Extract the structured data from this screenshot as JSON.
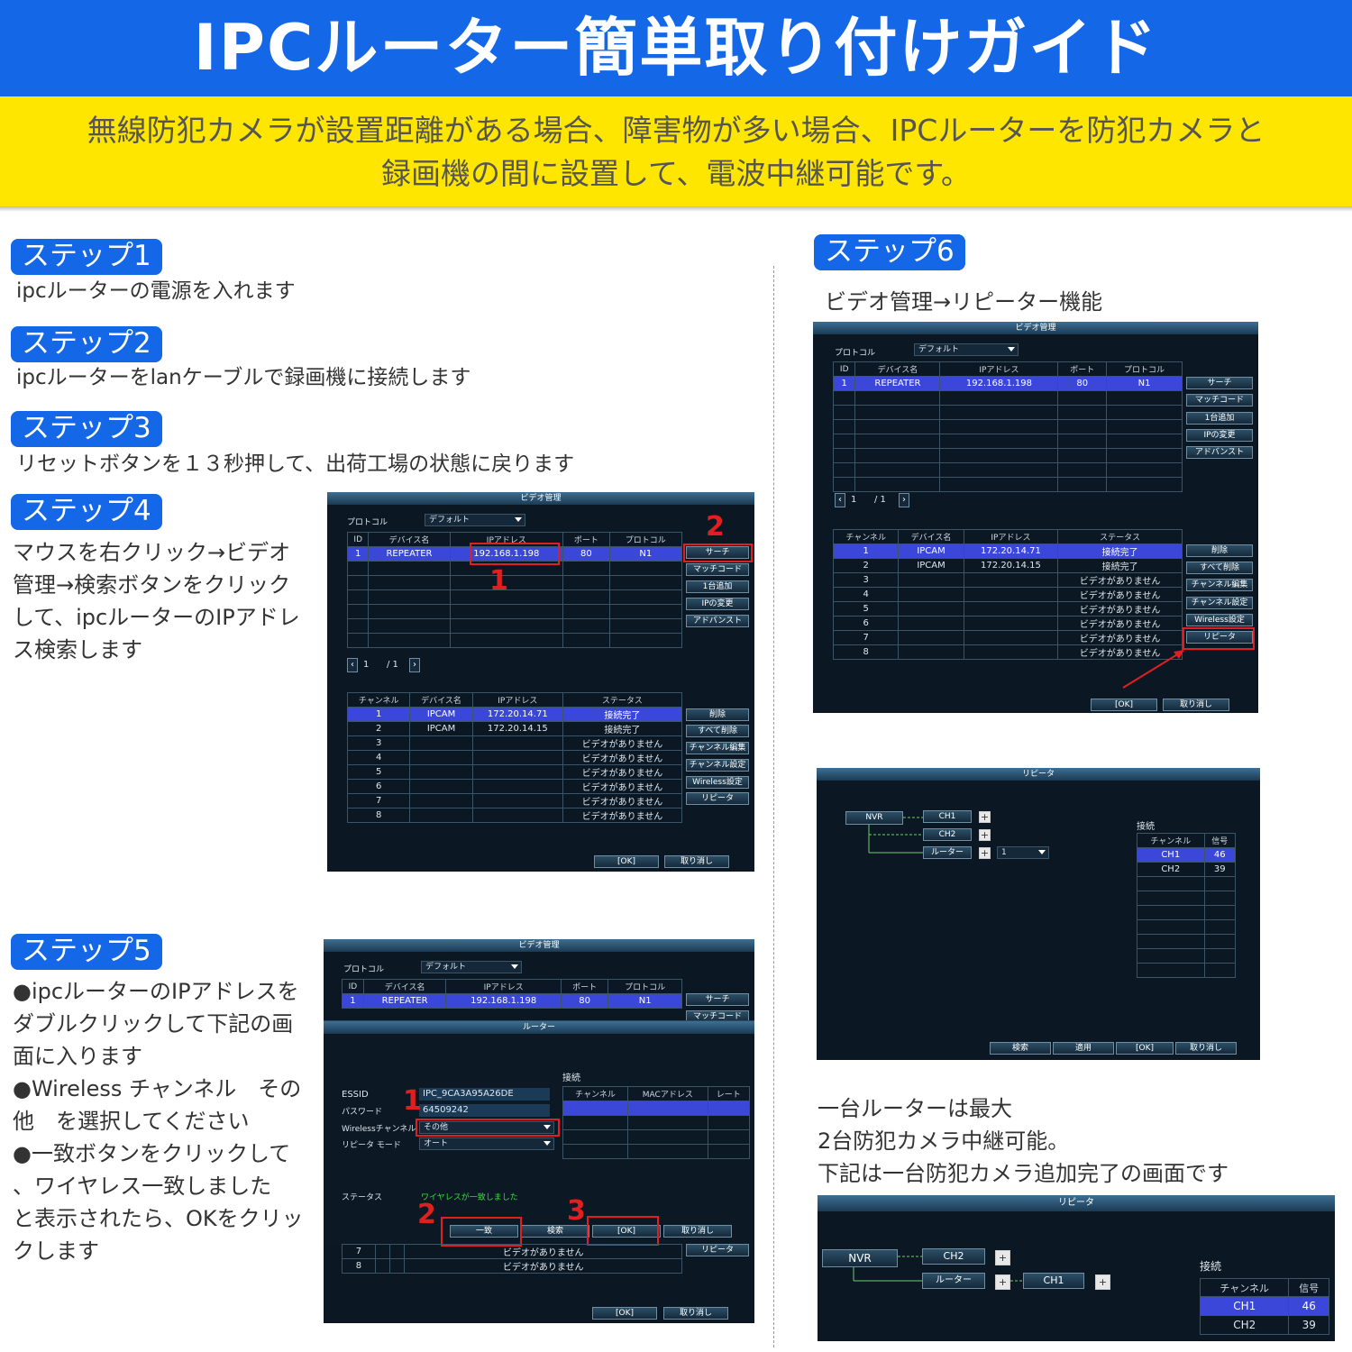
{
  "header": {
    "title": "IPCルーター簡単取り付けガイド",
    "subtitle_line1": "無線防犯カメラが設置距離がある場合、障害物が多い場合、IPCルーターを防犯カメラと",
    "subtitle_line2": "録画機の間に設置して、電波中継可能です。"
  },
  "steps": {
    "s1": {
      "label": "ステップ1",
      "text": "ipcルーターの電源を入れます"
    },
    "s2": {
      "label": "ステップ2",
      "text": "ipcルーターをlanケーブルで録画機に接続します"
    },
    "s3": {
      "label": "ステップ3",
      "text": "リセットボタンを１３秒押して、出荷工場の状態に戻ります"
    },
    "s4": {
      "label": "ステップ4",
      "lines": [
        "マウスを右クリック→ビデオ",
        "管理→検索ボタンをクリック",
        "して、ipcルーターのIPアドレ",
        "ス検索します"
      ]
    },
    "s5": {
      "label": "ステップ5",
      "lines": [
        "●ipcルーターのIPアドレスを",
        "ダブルクリックして下記の画",
        "面に入ります",
        "●Wireless チャンネル　その",
        "他　を選択してください",
        "●一致ボタンをクリックして",
        "、ワイヤレス一致しました",
        "と表示されたら、OKをクリッ",
        "クします"
      ]
    },
    "s6": {
      "label": "ステップ6",
      "text": "ビデオ管理→リピーター機能"
    },
    "note": {
      "lines": [
        "一台ルーターは最大",
        "2台防犯カメラ中継可能。",
        "下記は一台防犯カメラ追加完了の画面です"
      ]
    }
  },
  "video_mgmt": {
    "title": "ビデオ管理",
    "protocol_label": "プロトコル",
    "protocol_value": "デフォルト",
    "dev_headers": [
      "ID",
      "デバイス名",
      "IPアドレス",
      "ポート",
      "プロトコル"
    ],
    "dev_row": [
      "1",
      "REPEATER",
      "192.168.1.198",
      "80",
      "N1"
    ],
    "side_buttons": [
      "サーチ",
      "マッチコード",
      "1台追加",
      "IPの変更",
      "アドバンスト"
    ],
    "page": "1",
    "page_total": "/ 1",
    "ch_headers": [
      "チャンネル",
      "デバイス名",
      "IPアドレス",
      "ステータス"
    ],
    "ch_rows": [
      [
        "1",
        "IPCAM",
        "172.20.14.71",
        "接続完了"
      ],
      [
        "2",
        "IPCAM",
        "172.20.14.15",
        "接続完了"
      ],
      [
        "3",
        "",
        "",
        "ビデオがありません"
      ],
      [
        "4",
        "",
        "",
        "ビデオがありません"
      ],
      [
        "5",
        "",
        "",
        "ビデオがありません"
      ],
      [
        "6",
        "",
        "",
        "ビデオがありません"
      ],
      [
        "7",
        "",
        "",
        "ビデオがありません"
      ],
      [
        "8",
        "",
        "",
        "ビデオがありません"
      ]
    ],
    "ch_buttons": [
      "削除",
      "すべて削除",
      "チャンネル編集",
      "チャンネル設定",
      "Wireless設定",
      "リピータ"
    ],
    "ok": "[OK]",
    "cancel": "取り消し"
  },
  "router": {
    "title": "ルーター",
    "essid_label": "ESSID",
    "essid": "IPC_9CA3A95A26DE",
    "password_label": "パスワード",
    "password": "64509242",
    "wireless_label": "Wirelessチャンネル",
    "wireless_value": "その他",
    "mode_label": "リピータ モード",
    "mode_value": "オート",
    "conn_label": "接続",
    "conn_headers": [
      "チャンネル",
      "MACアドレス",
      "レート"
    ],
    "status_label": "ステータス",
    "status_value": "ワイヤレスが一致しました",
    "buttons": [
      "一致",
      "検索",
      "[OK]",
      "取り消し"
    ]
  },
  "repeater": {
    "title": "リピータ",
    "nvr": "NVR",
    "ch1": "CH1",
    "ch2": "CH2",
    "router": "ルーター",
    "router_select": "1",
    "conn_label": "接続",
    "headers": [
      "チャンネル",
      "信号"
    ],
    "rows": [
      [
        "CH1",
        "46"
      ],
      [
        "CH2",
        "39"
      ]
    ],
    "buttons": [
      "検索",
      "適用",
      "[OK]",
      "取り消し"
    ]
  },
  "markers": {
    "m1": "1",
    "m2": "2",
    "m3": "3"
  },
  "colors": {
    "brand_blue": "#1467e6",
    "banner_yellow": "#ffe600",
    "highlight_red": "#e02020",
    "row_select": "#3b47d9"
  }
}
